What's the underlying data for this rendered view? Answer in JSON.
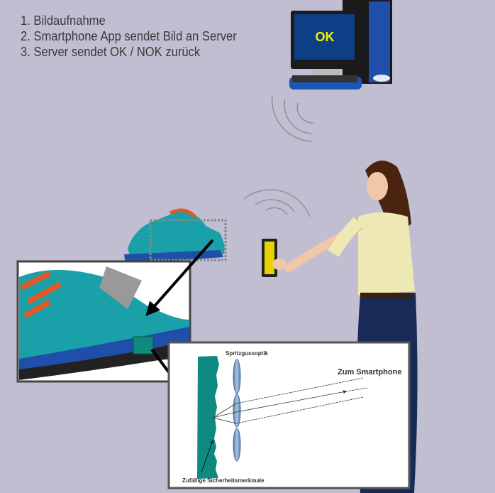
{
  "steps": [
    "1. Bildaufnahme",
    "2. Smartphone App sendet Bild an Server",
    "3. Server sendet OK / NOK zurück"
  ],
  "monitor": {
    "status_text": "OK"
  },
  "optics_diagram": {
    "lens_label": "Spritzgussoptik",
    "direction_label": "Zum Smartphone",
    "features_label": "Zufällige Sicherheitsmerkmale"
  },
  "colors": {
    "background": "#c1bed1",
    "teal": "#0f8a80",
    "shoe_teal": "#1aa0a8",
    "ok_yellow": "#f2f200",
    "phone_yellow": "#e8d200"
  }
}
